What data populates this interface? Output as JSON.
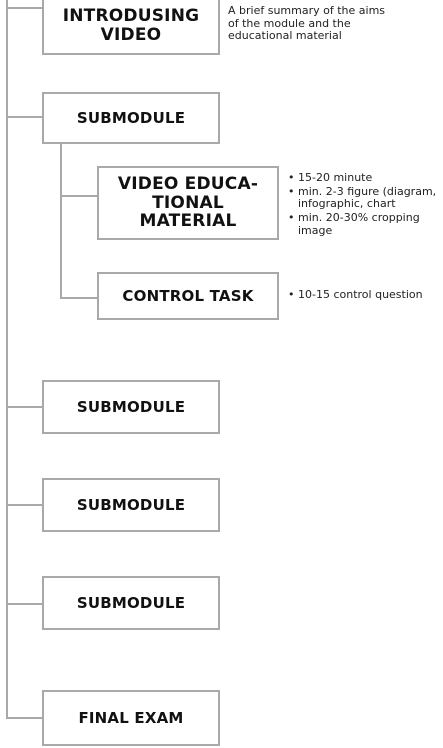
{
  "boxes": {
    "intro": "INTRODUSING VIDEO",
    "submodule_1": "SUBMODULE",
    "video_material": "VIDEO EDUCA-TIONAL MATERIAL",
    "control_task": "CONTROL TASK",
    "submodule_2": "SUBMODULE",
    "submodule_3": "SUBMODULE",
    "submodule_4": "SUBMODULE",
    "final_exam": "FINAL EXAM"
  },
  "notes": {
    "intro": "A brief summary of the aims of the module and the educational material",
    "video_material": [
      "15-20 minute",
      "min. 2-3 figure (diagram, infographic, chart",
      "min. 20-30% cropping image"
    ],
    "control_task": [
      "10-15 control question"
    ]
  },
  "bullet_char": "•",
  "colors": {
    "connector": "#a9a9a9",
    "box_border": "#a9a9a9",
    "text": "#111111"
  }
}
